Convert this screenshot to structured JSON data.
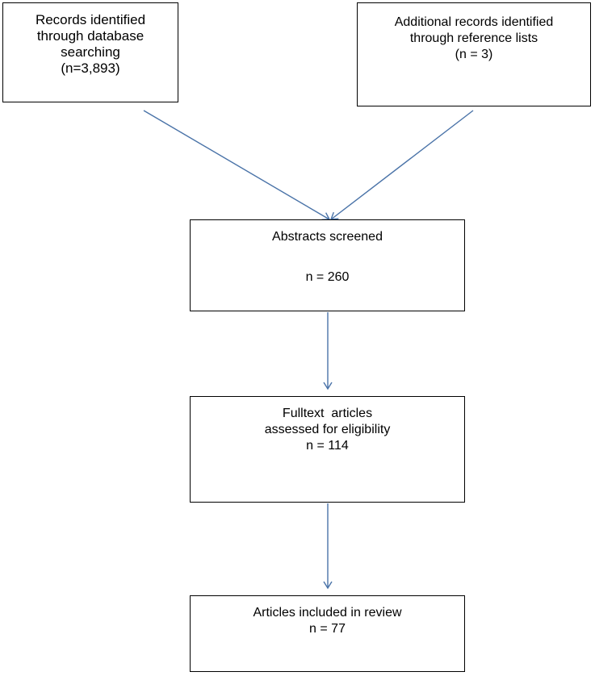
{
  "boxes": {
    "database": {
      "line1": "Records identified",
      "line2": "through database",
      "line3": "searching",
      "line4": "(n=3,893)"
    },
    "reference": {
      "line1": "Additional records identified",
      "line2": "through reference lists",
      "line3": "(n = 3)"
    },
    "abstracts": {
      "line1": "Abstracts screened",
      "line2": "n = 260"
    },
    "fulltext": {
      "line1": "Fulltext  articles",
      "line2": "assessed for eligibility",
      "line3": "n = 114"
    },
    "included": {
      "line1": "Articles included in review",
      "line2": "n = 77"
    }
  },
  "colors": {
    "arrow": "#4a73a8",
    "border": "#000000"
  }
}
